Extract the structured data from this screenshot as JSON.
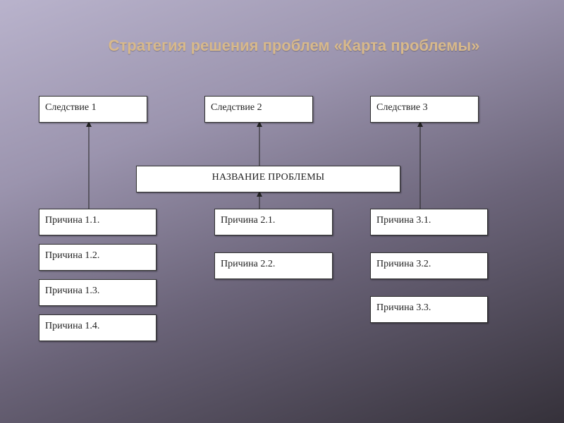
{
  "title": "Стратегия решения проблем «Карта проблемы»",
  "consequences": [
    "Следствие 1",
    "Следствие 2",
    "Следствие 3"
  ],
  "problem": "НАЗВАНИЕ ПРОБЛЕМЫ",
  "causes": {
    "group1": [
      "Причина 1.1.",
      "Причина 1.2.",
      "Причина 1.3.",
      "Причина 1.4."
    ],
    "group2": [
      "Причина 2.1.",
      "Причина 2.2."
    ],
    "group3": [
      "Причина 3.1.",
      "Причина 3.2.",
      "Причина 3.3."
    ]
  },
  "colors": {
    "title": "#d8b98b",
    "box_fill": "#ffffff",
    "box_border": "#333333",
    "arrow": "#222222"
  }
}
